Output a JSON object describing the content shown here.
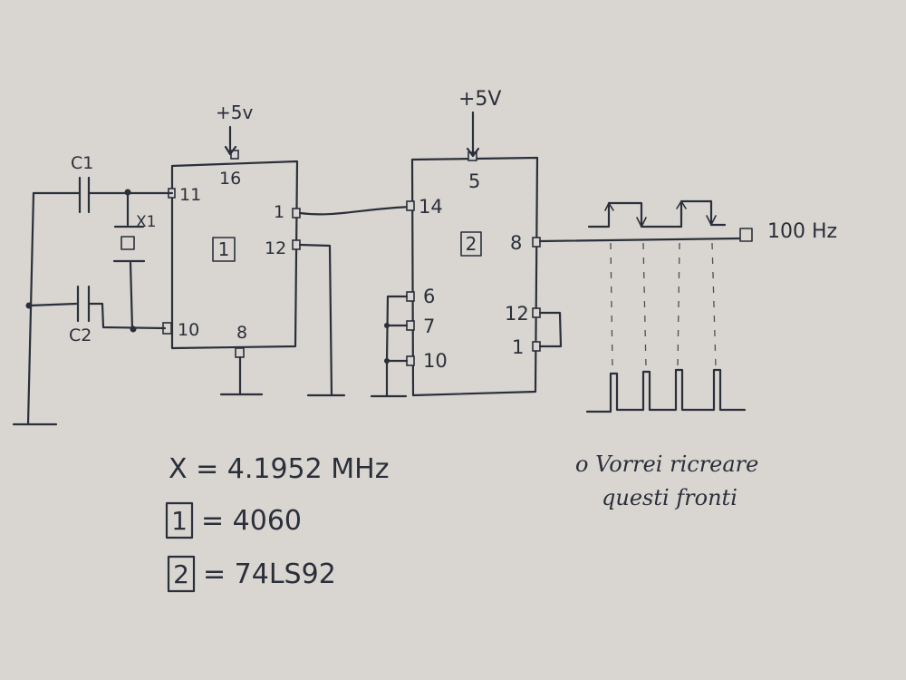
{
  "schematic": {
    "supply_left": "+5v",
    "supply_right": "+5V",
    "ic1": {
      "id": "1",
      "pins": {
        "p16": "16",
        "p11": "11",
        "p10": "10",
        "p8": "8",
        "p1": "1",
        "p12": "12"
      }
    },
    "ic2": {
      "id": "2",
      "pins": {
        "p5": "5",
        "p14": "14",
        "p8": "8",
        "p6": "6",
        "p7": "7",
        "p10": "10",
        "p12": "12",
        "p1": "1"
      }
    },
    "components": {
      "c1": "C1",
      "c2": "C2",
      "x1": "X1"
    },
    "output": "100 Hz"
  },
  "legend": {
    "x_value": "X = 4.1952 MHz",
    "ic1_box": "1",
    "ic1_value": "= 4060",
    "ic2_box": "2",
    "ic2_value": "= 74LS92"
  },
  "note": {
    "line1": "o Vorrei ricreare",
    "line2": "questi fronti"
  }
}
